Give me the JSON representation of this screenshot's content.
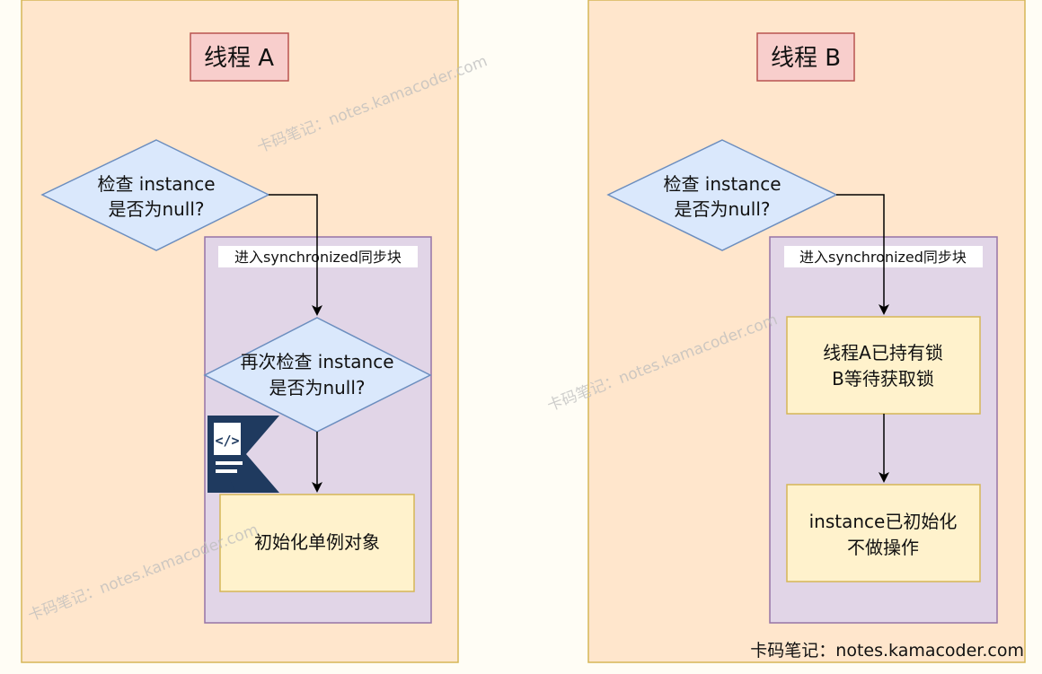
{
  "thread_a": {
    "title": "线程 A",
    "check1": [
      "检查 instance",
      "是否为null?"
    ],
    "sync_label": "进入synchronized同步块",
    "check2": [
      "再次检查 instance",
      "是否为null?"
    ],
    "action": "初始化单例对象"
  },
  "thread_b": {
    "title": "线程 B",
    "check1": [
      "检查 instance",
      "是否为null?"
    ],
    "sync_label": "进入synchronized同步块",
    "wait_box": [
      "线程A已持有锁",
      "B等待获取锁"
    ],
    "result_box": [
      "instance已初始化",
      "不做操作"
    ]
  },
  "watermark": "卡码笔记：notes.kamacoder.com",
  "colors": {
    "panel_fill": "#ffe6cc",
    "panel_stroke": "#d6b656",
    "title_fill": "#f8cecc",
    "title_stroke": "#b85450",
    "diamond_fill": "#dae8fc",
    "diamond_stroke": "#6c8ebf",
    "sync_fill": "#e1d5e7",
    "sync_stroke": "#9673a6",
    "box_fill": "#fff2cc",
    "box_stroke": "#d6b656",
    "logo": "#1f3a5f"
  },
  "logo_icon": "kamacoder-logo-icon"
}
